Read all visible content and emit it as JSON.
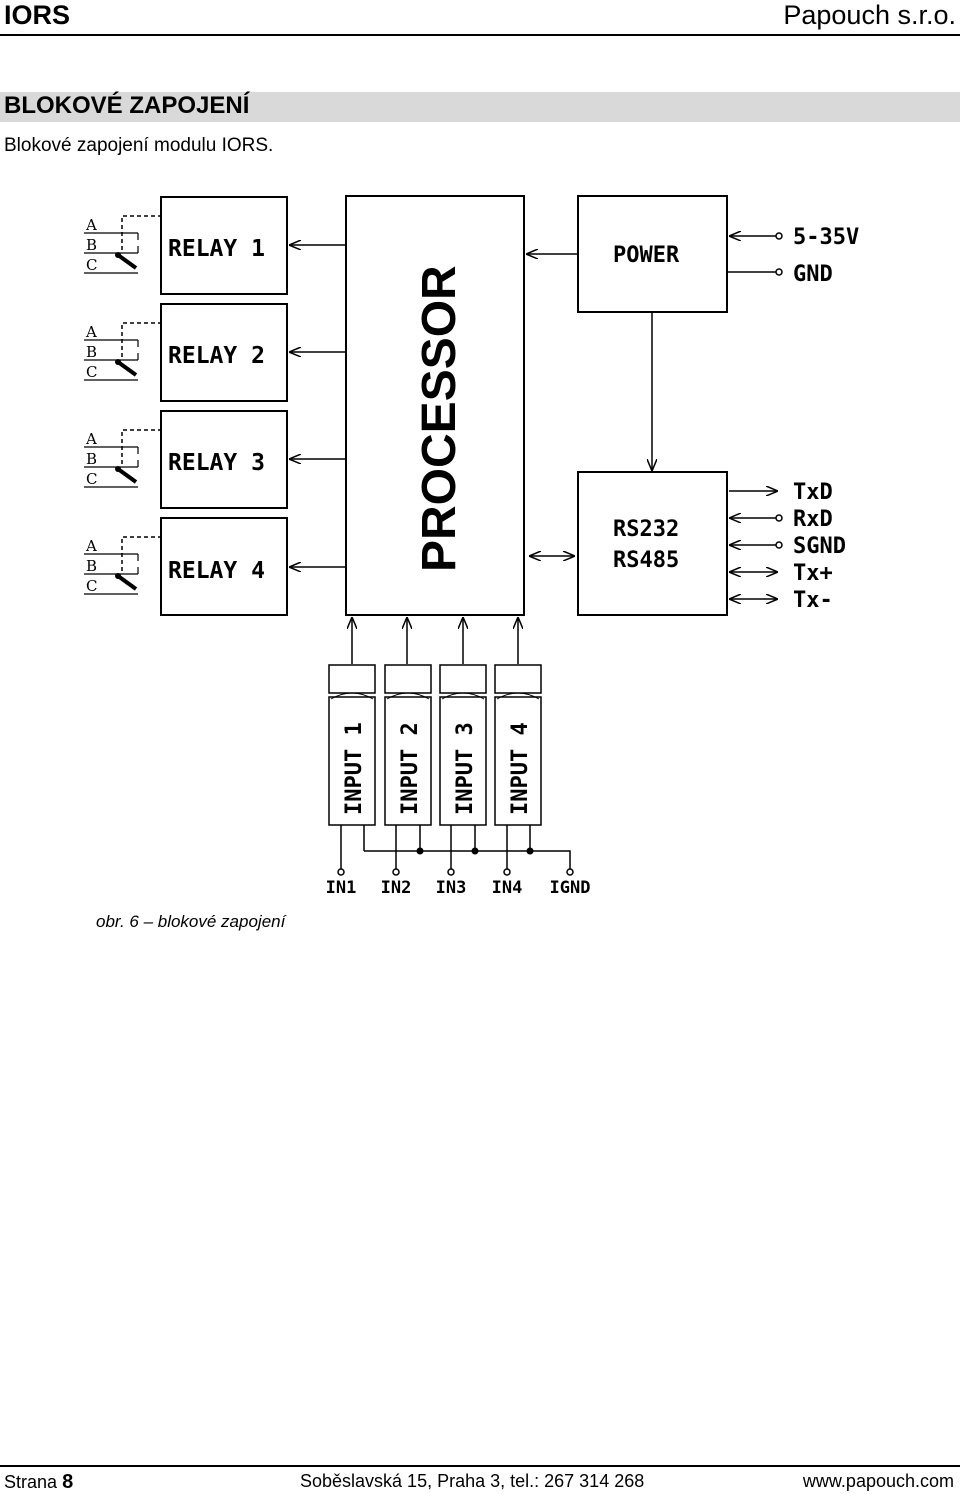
{
  "header": {
    "left": "IORS",
    "right": "Papouch s.r.o."
  },
  "section": {
    "title": "BLOKOVÉ ZAPOJENÍ",
    "intro": "Blokové zapojení modulu IORS."
  },
  "diagram": {
    "contacts": [
      "A",
      "B",
      "C"
    ],
    "relays": [
      "RELAY 1",
      "RELAY 2",
      "RELAY 3",
      "RELAY 4"
    ],
    "processor": "PROCESSOR",
    "power": "POWER",
    "power_pins": [
      "5-35V",
      "GND"
    ],
    "comm": [
      "RS232",
      "RS485"
    ],
    "comm_pins": [
      "TxD",
      "RxD",
      "SGND",
      "Tx+",
      "Tx-"
    ],
    "inputs": [
      "INPUT 1",
      "INPUT 2",
      "INPUT 3",
      "INPUT 4"
    ],
    "input_pins": [
      "IN1",
      "IN2",
      "IN3",
      "IN4",
      "IGND"
    ]
  },
  "caption": "obr. 6 – blokové zapojení",
  "footer": {
    "page_label": "Strana",
    "page_number": "8",
    "address": "Soběslavská 15, Praha 3, tel.: 267 314 268",
    "website": "www.papouch.com"
  }
}
